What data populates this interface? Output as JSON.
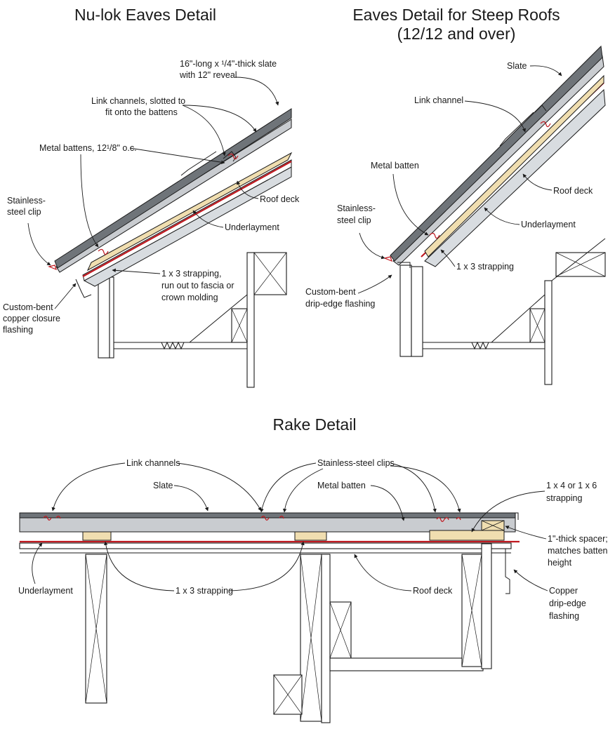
{
  "panels": {
    "nulok": {
      "title": "Nu-lok Eaves Detail",
      "labels": {
        "slate_l1": "16\"-long x ¹/4\"-thick slate",
        "slate_l2": "with  12\" reveal",
        "channels_l1": "Link channels, slotted to",
        "channels_l2": "fit onto the battens",
        "battens": "Metal battens, 12¹/8\" o.c.",
        "roof_deck": "Roof deck",
        "clip_l1": "Stainless-",
        "clip_l2": "steel clip",
        "underlayment": "Underlayment",
        "strap_l1": "1 x 3 strapping,",
        "strap_l2": "run out to fascia or",
        "strap_l3": "crown molding",
        "flash_l1": "Custom-bent",
        "flash_l2": "copper closure",
        "flash_l3": "flashing"
      }
    },
    "steep": {
      "title_l1": "Eaves  Detail for Steep  Roofs",
      "title_l2": "(12/12 and  over)",
      "labels": {
        "slate": "Slate",
        "channel": "Link channel",
        "batten": "Metal batten",
        "roof_deck": "Roof deck",
        "clip_l1": "Stainless-",
        "clip_l2": "steel clip",
        "underlayment": "Underlayment",
        "strap": "1 x 3 strapping",
        "flash_l1": "Custom-bent",
        "flash_l2": "drip-edge flashing"
      }
    },
    "rake": {
      "title": "Rake  Detail",
      "labels": {
        "channels": "Link channels",
        "clips": "Stainless-steel clips",
        "slate": "Slate",
        "batten": "Metal batten",
        "strap46_l1": "1 x 4  or  1 x 6",
        "strap46_l2": "strapping",
        "spacer_l1": "1\"-thick  spacer;",
        "spacer_l2": "matches  batten",
        "spacer_l3": "height",
        "underlayment": "Underlayment",
        "strap13": "1 x 3 strapping",
        "roof_deck": "Roof deck",
        "drip_l1": "Copper",
        "drip_l2": "drip-edge",
        "drip_l3": "flashing"
      }
    }
  },
  "colors": {
    "underlayment_red": "#c0181f",
    "wood": "#f0deb0",
    "slate_dark": "#6f7479",
    "slate_light": "#c9ccd0"
  }
}
